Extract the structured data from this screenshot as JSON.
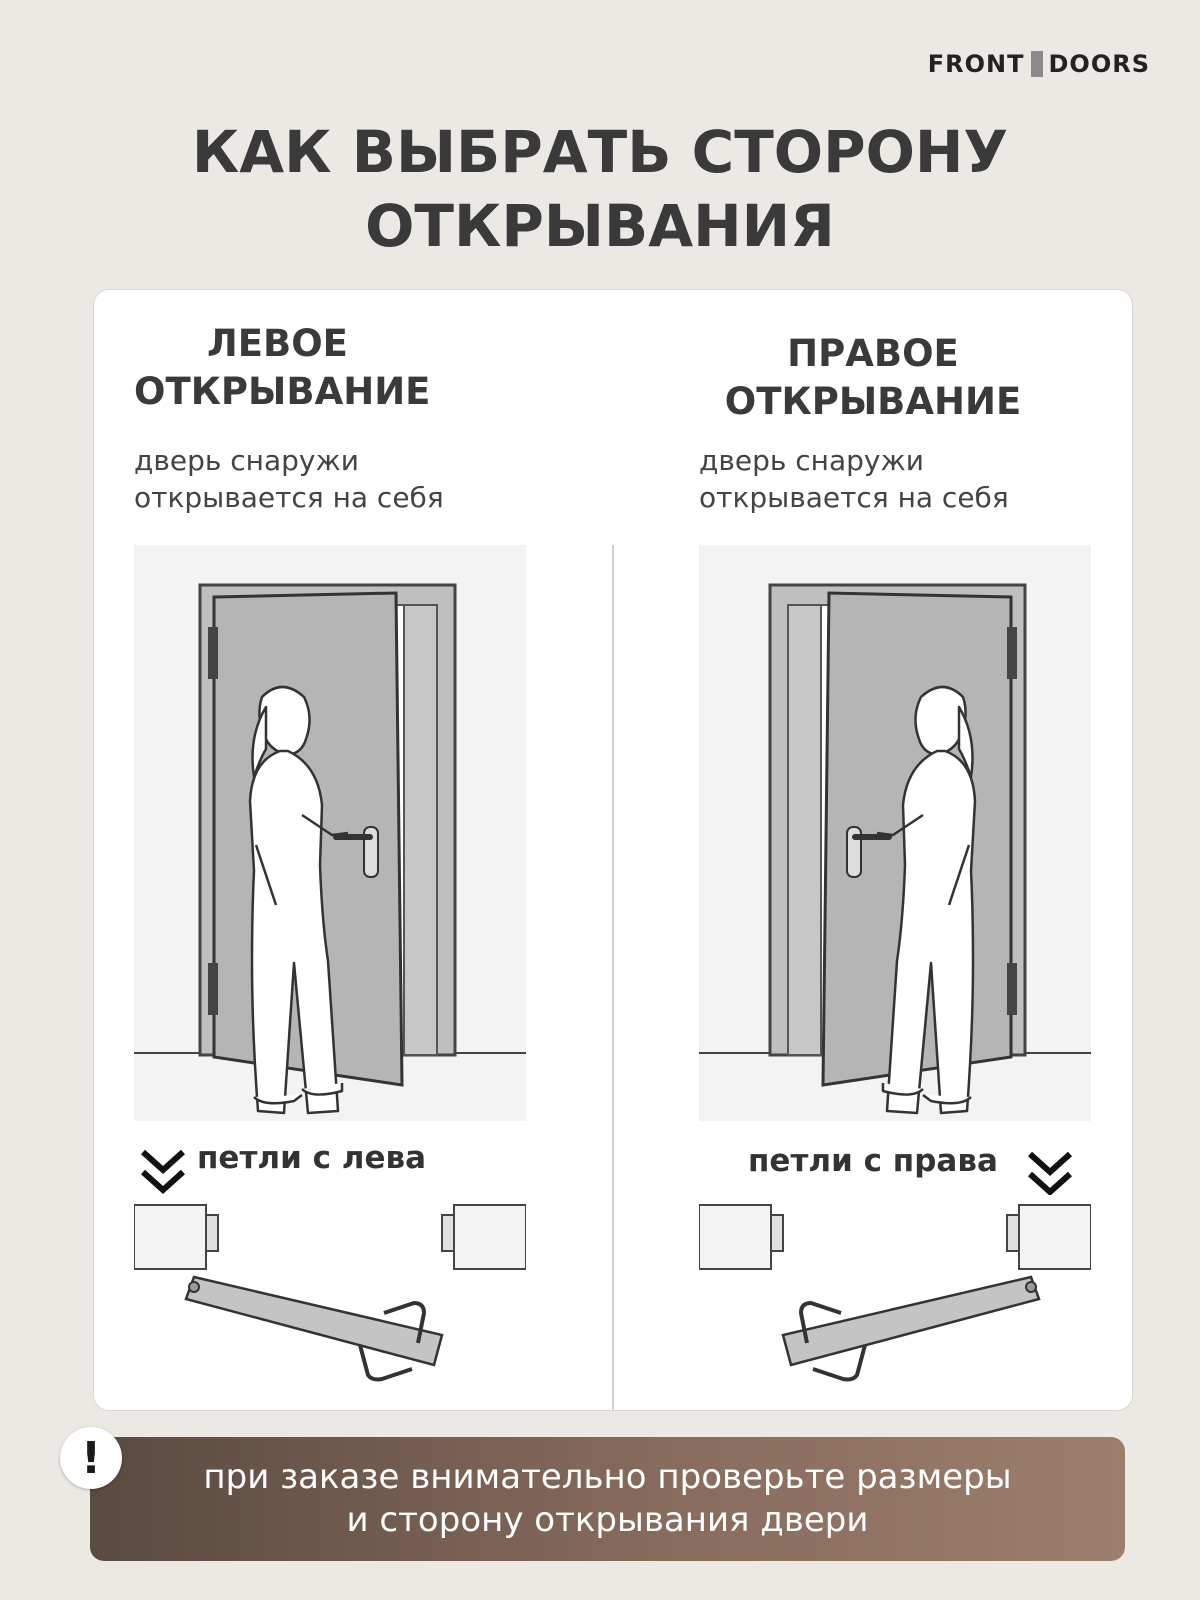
{
  "brand": {
    "part1": "FRONT",
    "part2": "DOORS"
  },
  "title": {
    "line1": "КАК ВЫБРАТЬ СТОРОНУ",
    "line2": "ОТКРЫВАНИЯ"
  },
  "left": {
    "heading_line1": "ЛЕВОЕ",
    "heading_line2": "ОТКРЫВАНИЕ",
    "desc_line1": "дверь снаружи",
    "desc_line2": "открывается на себя",
    "hinge_label": "петли с лева"
  },
  "right": {
    "heading_line1": "ПРАВОЕ",
    "heading_line2": "ОТКРЫВАНИЕ",
    "desc_line1": "дверь снаружи",
    "desc_line2": "открывается на себя",
    "hinge_label": "петли с права"
  },
  "notice": {
    "icon": "exclamation-icon",
    "mark": "!",
    "line1": "при заказе внимательно проверьте размеры",
    "line2": "и сторону открывания двери"
  },
  "colors": {
    "background": "#ece9e4",
    "notice_start": "#5a4a40",
    "notice_end": "#9c7e6c"
  }
}
